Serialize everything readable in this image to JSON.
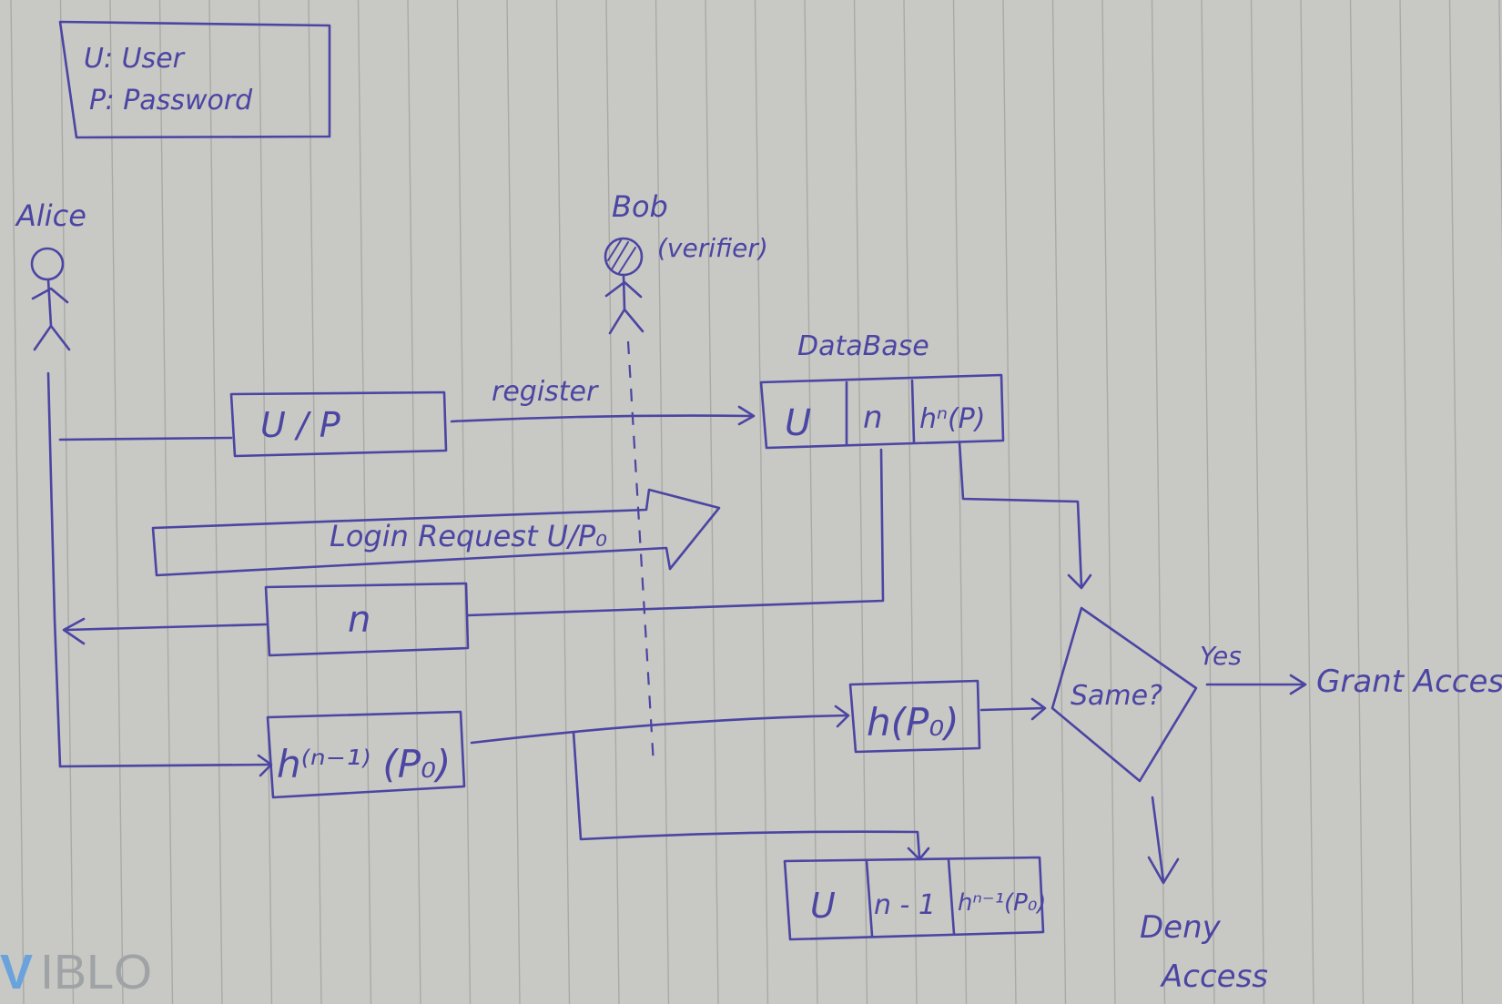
{
  "legend": {
    "line1": "U:  User",
    "line2": "P:  Password"
  },
  "actors": {
    "alice": {
      "name": "Alice"
    },
    "bob": {
      "name": "Bob",
      "role": "(verifier)"
    }
  },
  "database": {
    "label": "DataBase",
    "record_initial": {
      "user": "U",
      "counter": "n",
      "hash": "hⁿ(P)"
    },
    "record_updated": {
      "user": "U",
      "counter": "n - 1",
      "hash": "hⁿ⁻¹(P₀)"
    }
  },
  "messages": {
    "register_box": "U  /  P",
    "register_label": "register",
    "login_request": "Login Request  U/P₀",
    "nonce_box": "n",
    "hash_chain_box": "h⁽ⁿ⁻¹⁾ (P₀)",
    "hash_box": "h(P₀)"
  },
  "decision": {
    "question": "Same?",
    "yes_label": "Yes",
    "grant": "Grant Access",
    "deny_line1": "Deny",
    "deny_line2": "Access"
  },
  "watermark": {
    "v": "V",
    "rest": "IBLO"
  },
  "colors": {
    "ink": "#4b45a3",
    "paper": "#c8c8c4",
    "ruling": "#a9a9a6"
  }
}
